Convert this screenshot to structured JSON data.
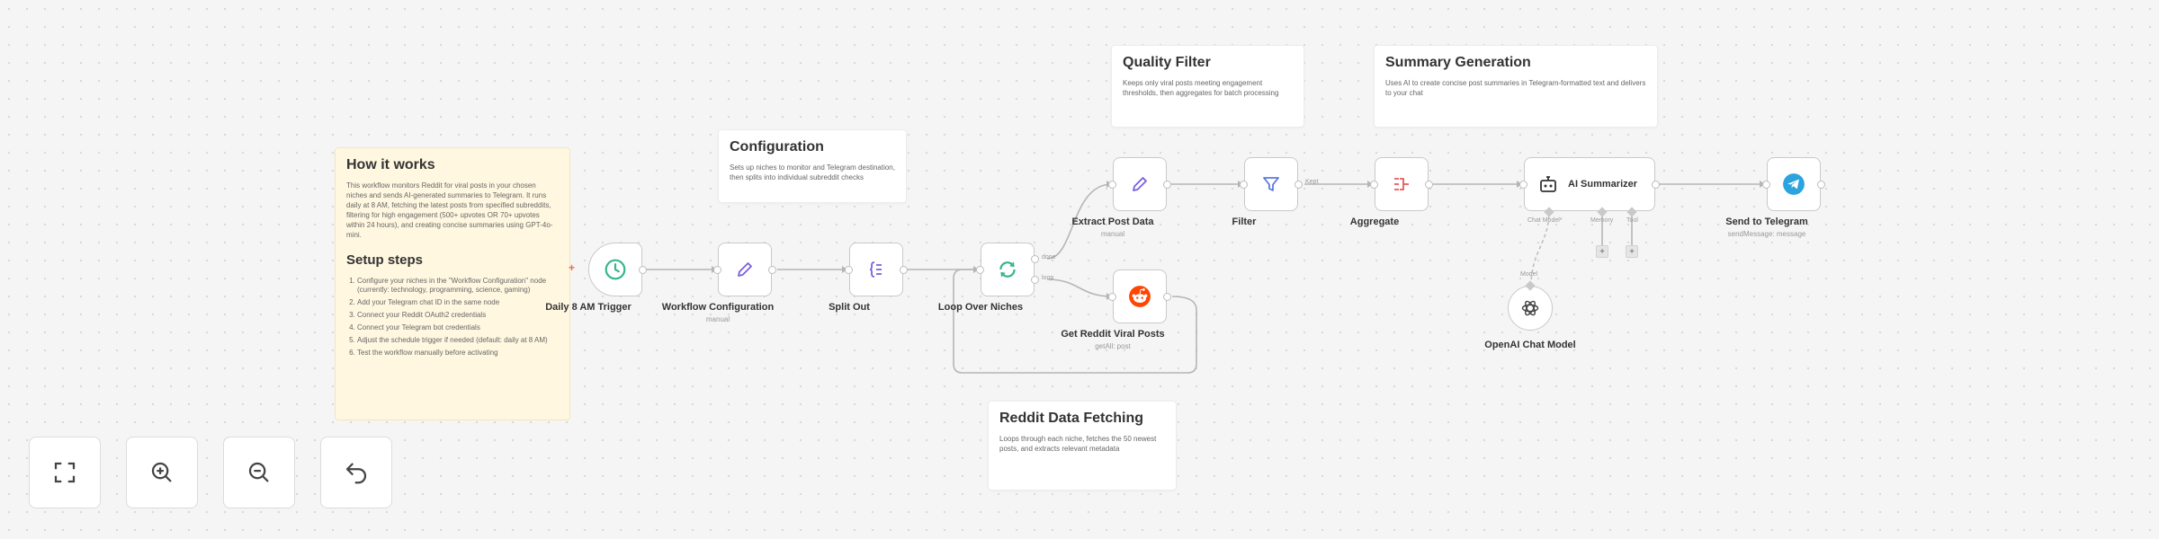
{
  "notes": {
    "how_it_works": {
      "title": "How it works",
      "body": "This workflow monitors Reddit for viral posts in your chosen niches and sends AI-generated summaries to Telegram. It runs daily at 8 AM, fetching the latest posts from specified subreddits, filtering for high engagement (500+ upvotes OR 70+ upvotes within 24 hours), and creating concise summaries using GPT-4o-mini.",
      "setup_title": "Setup steps",
      "steps": [
        "Configure your niches in the \"Workflow Configuration\" node (currently: technology, programming, science, gaming)",
        "Add your Telegram chat ID in the same node",
        "Connect your Reddit OAuth2 credentials",
        "Connect your Telegram bot credentials",
        "Adjust the schedule trigger if needed (default: daily at 8 AM)",
        "Test the workflow manually before activating"
      ]
    },
    "configuration": {
      "title": "Configuration",
      "body": "Sets up niches to monitor and Telegram destination, then splits into individual subreddit checks"
    },
    "quality_filter": {
      "title": "Quality Filter",
      "body": "Keeps only viral posts meeting engagement thresholds, then aggregates for batch processing"
    },
    "summary_generation": {
      "title": "Summary Generation",
      "body": "Uses AI to create concise post summaries in Telegram-formatted text and delivers to your chat"
    },
    "reddit_fetching": {
      "title": "Reddit Data Fetching",
      "body": "Loops through each niche, fetches the 50 newest posts, and extracts relevant metadata"
    }
  },
  "nodes": {
    "trigger": {
      "title": "Daily 8 AM Trigger",
      "icon": "clock-icon",
      "color": "#35b58a"
    },
    "config": {
      "title": "Workflow Configuration",
      "sub": "manual",
      "icon": "pencil-icon",
      "color": "#7a5fe0"
    },
    "split": {
      "title": "Split Out",
      "icon": "split-icon",
      "color": "#7a5fe0"
    },
    "loop": {
      "title": "Loop Over Niches",
      "icon": "loop-icon",
      "color": "#35b58a",
      "port_done": "done",
      "port_loop": "loop"
    },
    "extract": {
      "title": "Extract Post Data",
      "sub": "manual",
      "icon": "pencil-icon",
      "color": "#7a5fe0"
    },
    "reddit": {
      "title": "Get Reddit Viral Posts",
      "sub": "getAll: post",
      "icon": "reddit-icon",
      "color": "#ff4500"
    },
    "filter": {
      "title": "Filter",
      "icon": "filter-icon",
      "color": "#5b7ae0",
      "port_kept": "Kept"
    },
    "aggregate": {
      "title": "Aggregate",
      "icon": "aggregate-icon",
      "color": "#e85a5a"
    },
    "ai": {
      "title": "AI Summarizer",
      "icon": "robot-icon",
      "port_chat": "Chat Model*",
      "port_memory": "Memory",
      "port_tool": "Tool"
    },
    "openai": {
      "title": "OpenAI Chat Model",
      "icon": "openai-icon",
      "port_model": "Model"
    },
    "telegram": {
      "title": "Send to Telegram",
      "sub": "sendMessage: message",
      "icon": "telegram-icon",
      "color": "#2aa3df"
    }
  },
  "controls": {
    "fit": {
      "icon": "fit-view-icon"
    },
    "zoom_in": {
      "icon": "zoom-in-icon"
    },
    "zoom_out": {
      "icon": "zoom-out-icon"
    },
    "undo": {
      "icon": "undo-icon"
    }
  },
  "colors": {
    "canvas": "#f5f5f5",
    "wire": "#b5b5b5",
    "sticky_yellow": "#fff7e0",
    "add_marker": "#e8704e"
  }
}
